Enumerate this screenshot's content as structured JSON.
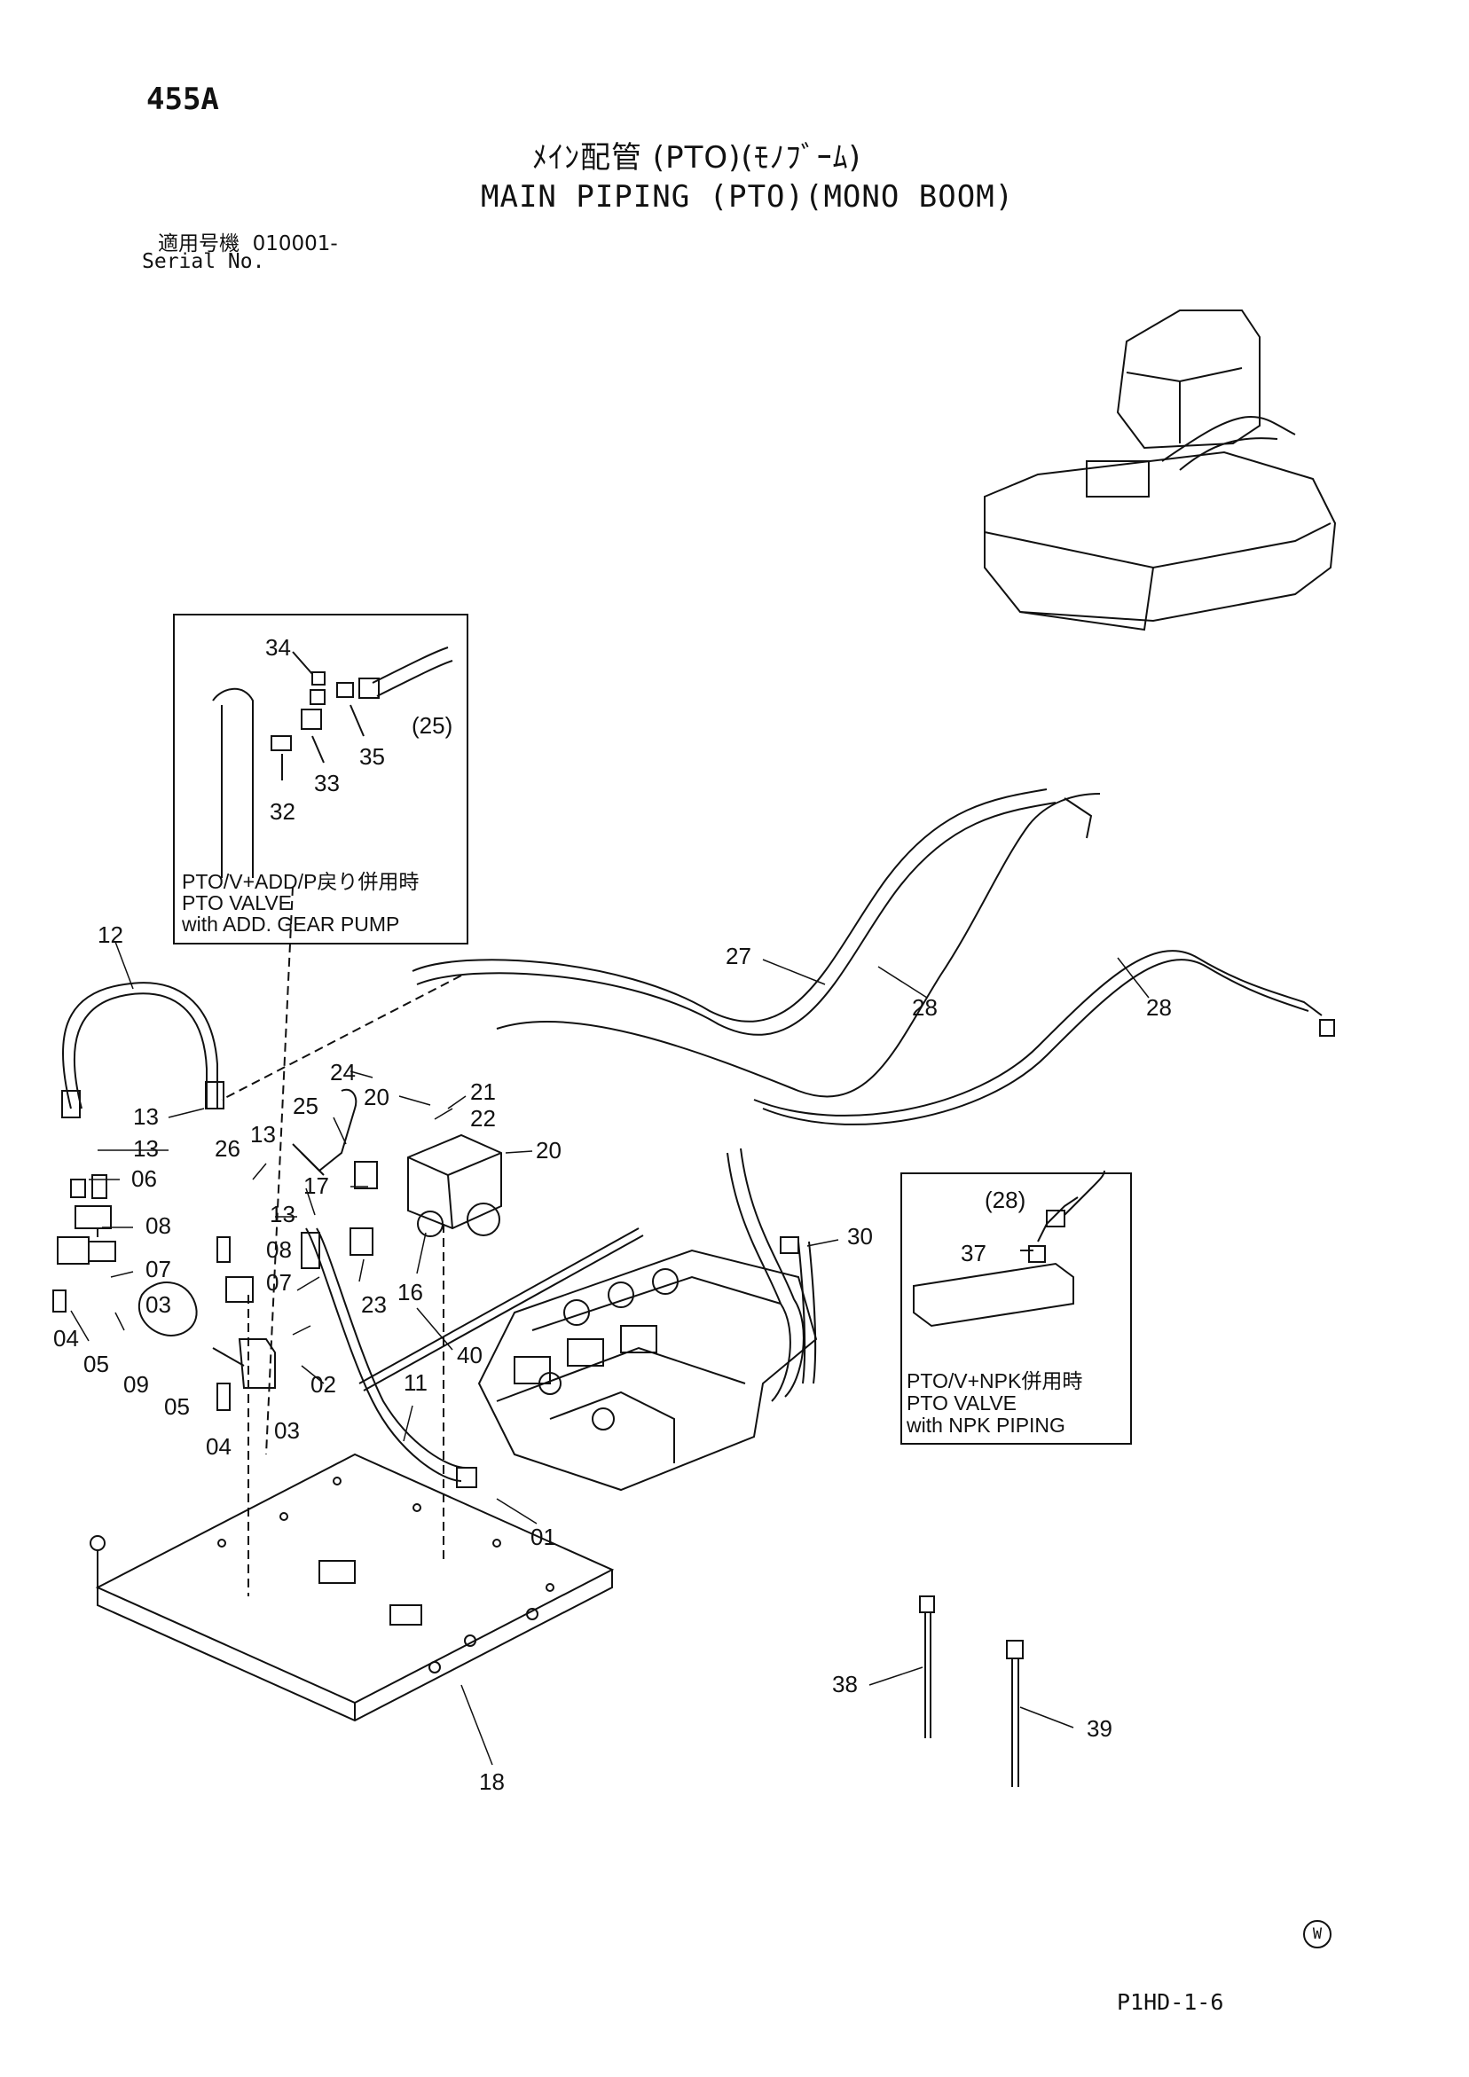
{
  "header": {
    "page_number": "455A",
    "title_jp": "ﾒｲﾝ配管 (PTO)(ﾓﾉﾌﾞｰﾑ)",
    "title_en": "MAIN PIPING (PTO)(MONO BOOM)",
    "serial_label_jp": "適用号機",
    "serial_value": "010001-",
    "serial_label_en": "Serial No."
  },
  "inset_add_gear_pump": {
    "labels": [
      "34",
      "(25)",
      "35",
      "33",
      "32"
    ],
    "note_lines": [
      "PTO/V+ADD/P戻り併用時",
      "PTO VALVE",
      "with ADD. GEAR PUMP"
    ]
  },
  "inset_npk_piping": {
    "labels": [
      "(28)",
      "37"
    ],
    "note_lines": [
      "PTO/V+NPK併用時",
      "PTO VALVE",
      "with NPK PIPING"
    ]
  },
  "callouts": {
    "c12": "12",
    "c27": "27",
    "c28a": "28",
    "c28b": "28",
    "c13a": "13",
    "c13b": "13",
    "c13c": "13",
    "c13d": "13",
    "c06": "06",
    "c08a": "08",
    "c08b": "08",
    "c07a": "07",
    "c07b": "07",
    "c03a": "03",
    "c03b": "03",
    "c04a": "04",
    "c04b": "04",
    "c05a": "05",
    "c05b": "05",
    "c09": "09",
    "c02": "02",
    "c26": "26",
    "c25": "25",
    "c24": "24",
    "c20a": "20",
    "c20b": "20",
    "c21": "21",
    "c22": "22",
    "c17": "17",
    "c23": "23",
    "c16": "16",
    "c40": "40",
    "c11": "11",
    "c01": "01",
    "c30": "30",
    "c18": "18",
    "c38": "38",
    "c39": "39"
  },
  "footer": {
    "page_code": "P1HD-1-6",
    "mark": "W"
  }
}
